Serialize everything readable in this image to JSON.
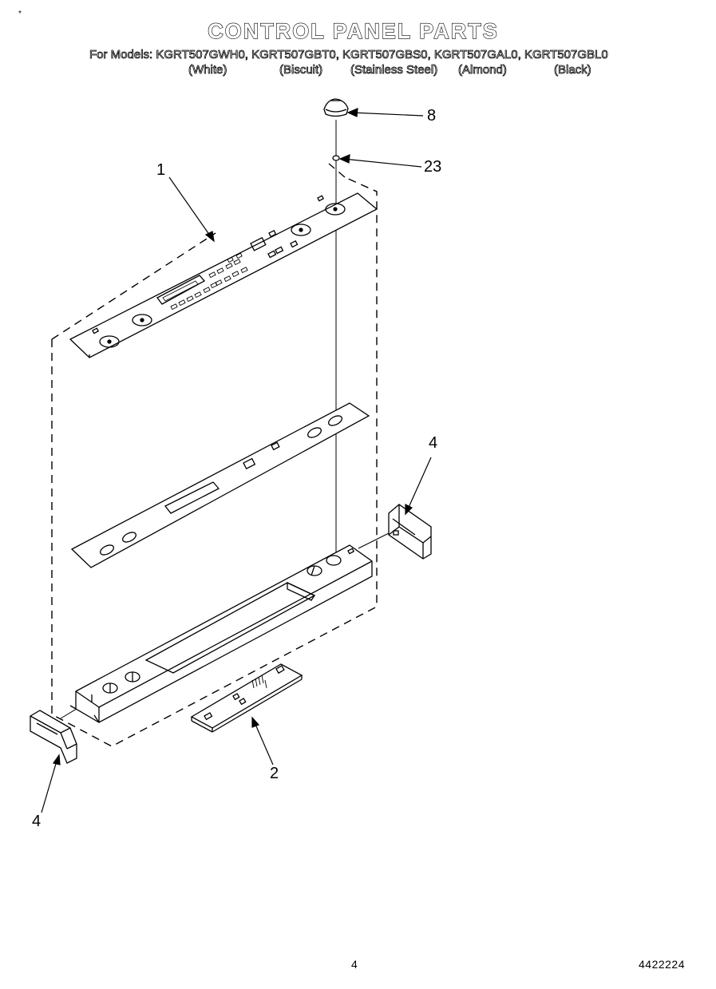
{
  "header": {
    "title": "CONTROL PANEL PARTS",
    "models_line": "For Models: KGRT507GWH0, KGRT507GBT0, KGRT507GBS0, KGRT507GAL0, KGRT507GBL0",
    "colors": [
      "(White)",
      "(Biscuit)",
      "(Stainless Steel)",
      "(Almond)",
      "(Black)"
    ]
  },
  "callouts": {
    "knob": "8",
    "clip": "23",
    "control_panel": "1",
    "end_cap_right": "4",
    "end_cap_left": "4",
    "circuit_board": "2"
  },
  "footer": {
    "page_number": "4",
    "doc_number": "4422224"
  },
  "corner_mark": "*"
}
